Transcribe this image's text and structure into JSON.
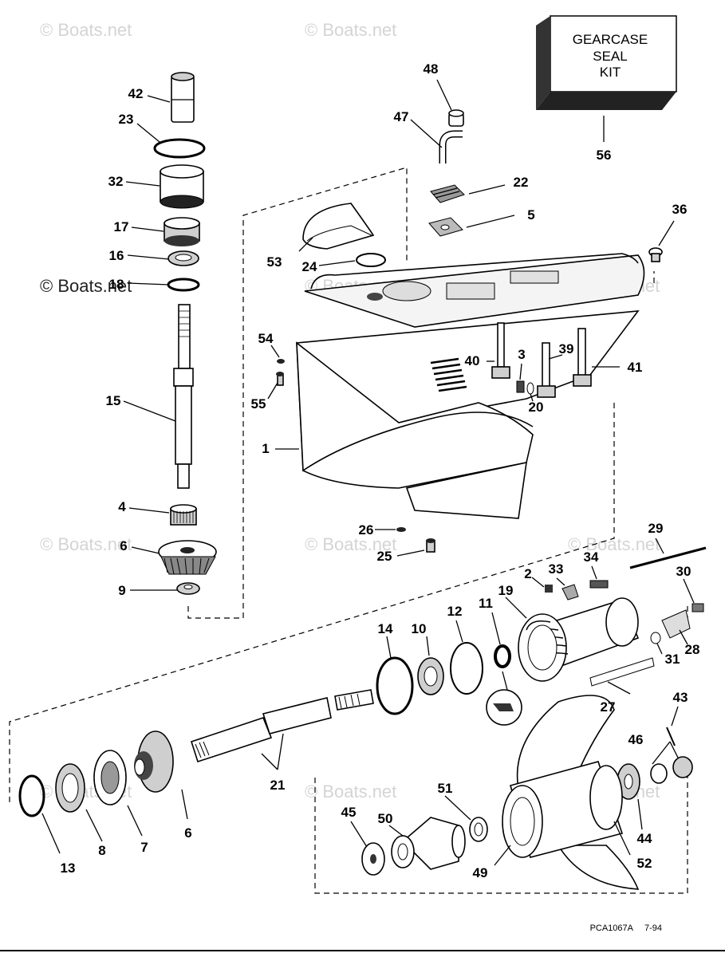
{
  "kit": {
    "line1": "GEARCASE",
    "line2": "SEAL",
    "line3": "KIT",
    "number": "56"
  },
  "watermark": "© Boats.net",
  "diagram_code": "PCA1067A",
  "diagram_date": "7-94",
  "callouts": {
    "c1": "1",
    "c2a": "2",
    "c3": "3",
    "c4": "4",
    "c5": "5",
    "c6a": "6",
    "c6b": "6",
    "c7": "7",
    "c8": "8",
    "c9": "9",
    "c10": "10",
    "c11": "11",
    "c12": "12",
    "c13": "13",
    "c14": "14",
    "c15": "15",
    "c16": "16",
    "c17": "17",
    "c18": "18",
    "c19": "19",
    "c20": "20",
    "c21": "21",
    "c22": "22",
    "c23": "23",
    "c24": "24",
    "c25": "25",
    "c26": "26",
    "c27": "27",
    "c28": "28",
    "c29": "29",
    "c30": "30",
    "c31": "31",
    "c32": "32",
    "c33": "33",
    "c34": "34",
    "c36": "36",
    "c39": "39",
    "c40": "40",
    "c41": "41",
    "c42": "42",
    "c43": "43",
    "c44": "44",
    "c45": "45",
    "c46": "46",
    "c47": "47",
    "c48": "48",
    "c49": "49",
    "c50": "50",
    "c51": "51",
    "c52": "52",
    "c53": "53",
    "c54": "54",
    "c55": "55"
  }
}
